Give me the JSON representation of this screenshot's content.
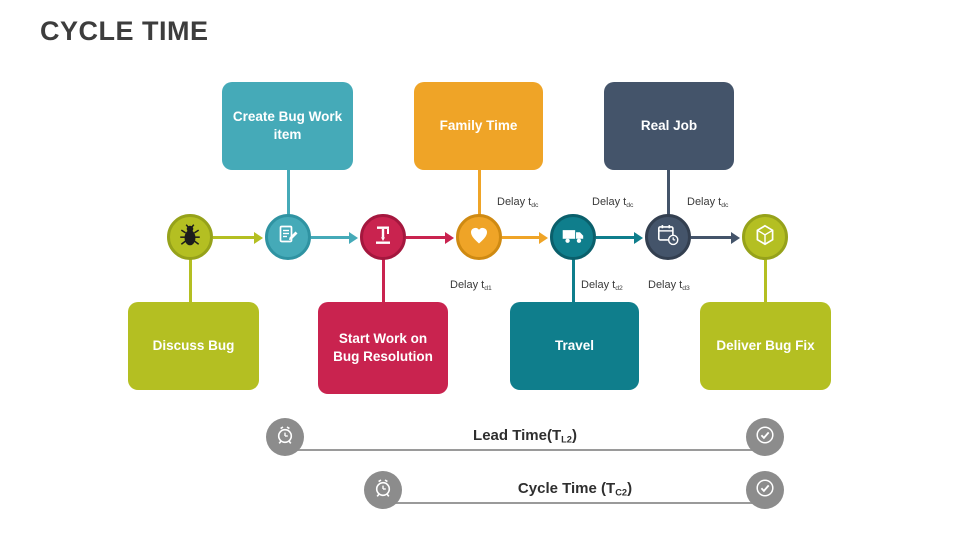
{
  "title": "CYCLE TIME",
  "palette": {
    "olive": "#b4bf22",
    "teal": "#45aab8",
    "crimson": "#c9234f",
    "orange": "#efa427",
    "dark_teal": "#0f7e8c",
    "slate": "#44546a",
    "gray_icon": "#8c8c8c",
    "title_text": "#3d3d3d"
  },
  "nodes": {
    "top_boxes": [
      {
        "label": "Create Bug Work item",
        "color": "#45aab8"
      },
      {
        "label": "Family Time",
        "color": "#efa427"
      },
      {
        "label": "Real Job",
        "color": "#44546a"
      }
    ],
    "bottom_boxes": [
      {
        "label": "Discuss Bug",
        "color": "#b4bf22"
      },
      {
        "label": "Start Work on Bug Resolution",
        "color": "#c9234f"
      },
      {
        "label": "Travel",
        "color": "#0f7e8c"
      },
      {
        "label": "Deliver Bug Fix",
        "color": "#b4bf22"
      }
    ],
    "process_icons": [
      "bug-icon",
      "edit-document-icon",
      "work-tool-icon",
      "heart-icon",
      "truck-icon",
      "calendar-clock-icon",
      "package-icon"
    ]
  },
  "delays": {
    "top": [
      {
        "text": "Delay t",
        "sub": "dc"
      },
      {
        "text": "Delay t",
        "sub": "dc"
      },
      {
        "text": "Delay t",
        "sub": "dc"
      }
    ],
    "bottom": [
      {
        "text": "Delay t",
        "sub": "d1"
      },
      {
        "text": "Delay t",
        "sub": "d2"
      },
      {
        "text": "Delay t",
        "sub": "d3"
      }
    ]
  },
  "timelines": [
    {
      "prefix": "Lead Time(T",
      "sub": "L2",
      "suffix": ")"
    },
    {
      "prefix": "Cycle Time (T",
      "sub": "C2",
      "suffix": ")"
    }
  ]
}
